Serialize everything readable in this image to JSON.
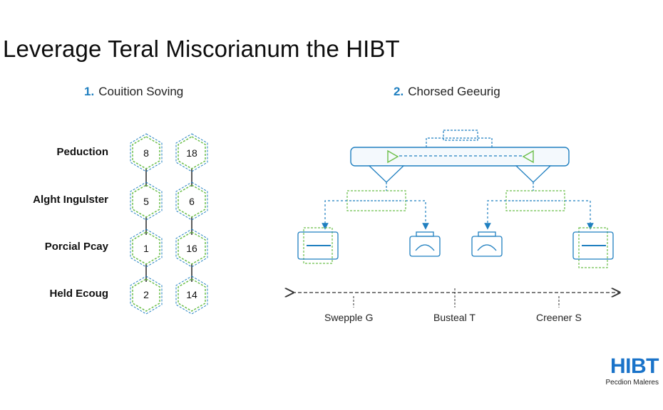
{
  "title": "Leverage Teral Miscorianum the HIBT",
  "left_section": {
    "number": "1.",
    "heading": "Couition Soving"
  },
  "right_section": {
    "number": "2.",
    "heading": "Chorsed Geeurig"
  },
  "rows": [
    {
      "label": "Peduction",
      "col1": "8",
      "col2": "18"
    },
    {
      "label": "Alght Ingulster",
      "col1": "5",
      "col2": "6"
    },
    {
      "label": "Porcial Pcay",
      "col1": "1",
      "col2": "16"
    },
    {
      "label": "Held Ecoug",
      "col1": "2",
      "col2": "14"
    }
  ],
  "axis_labels": [
    "Swepple G",
    "Busteal T",
    "Creener S"
  ],
  "logo": {
    "text": "HIBT",
    "tagline": "Pecdion Maleres"
  },
  "colors": {
    "accent_blue": "#1f7fc0",
    "accent_green": "#6cbf4a",
    "line_dark": "#333333"
  }
}
